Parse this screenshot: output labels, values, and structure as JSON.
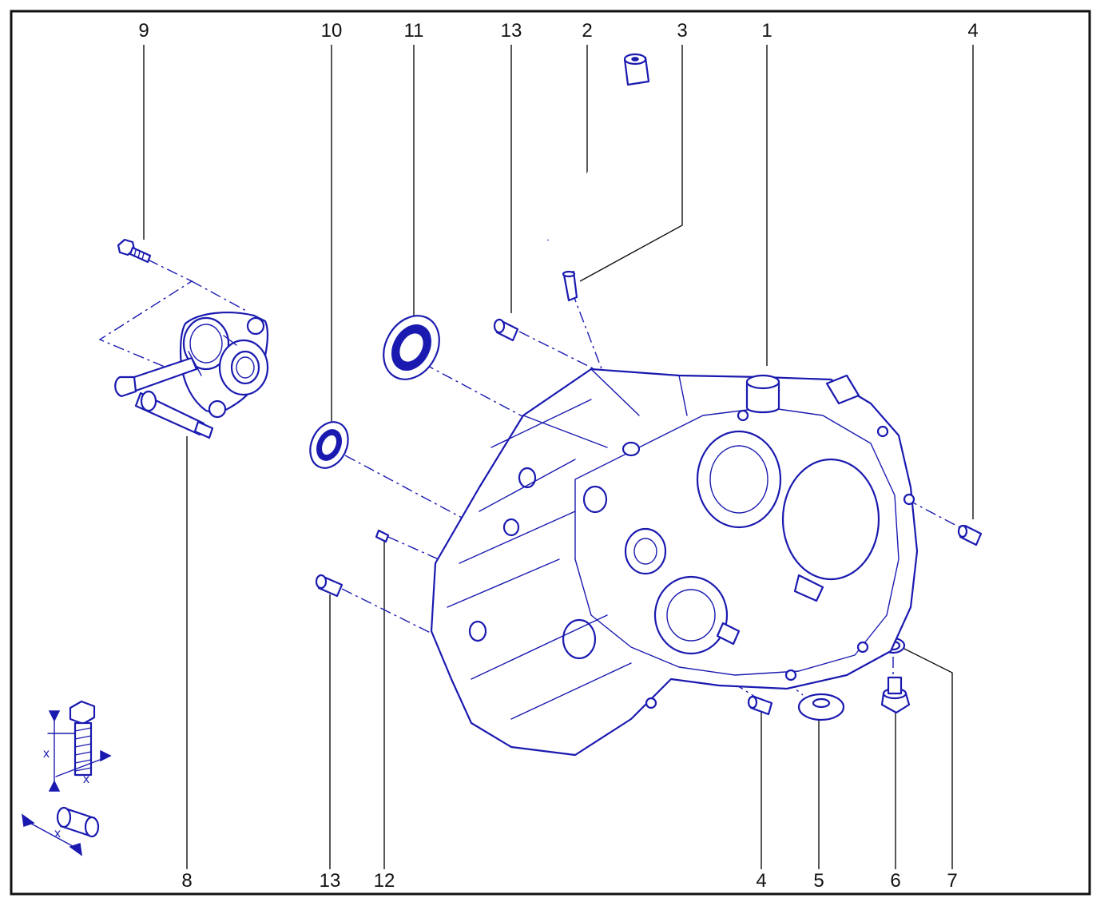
{
  "diagram": {
    "part_numbers": {
      "top": [
        "9",
        "10",
        "11",
        "13",
        "2",
        "3",
        "1",
        "4"
      ],
      "bottom": [
        "8",
        "13",
        "12",
        "4",
        "5",
        "6",
        "7"
      ]
    },
    "legend_marks": [
      "x",
      "x",
      "x"
    ],
    "colors": {
      "line_art": "#1a1ab0",
      "labels": "#111111",
      "background": "#ffffff"
    }
  }
}
